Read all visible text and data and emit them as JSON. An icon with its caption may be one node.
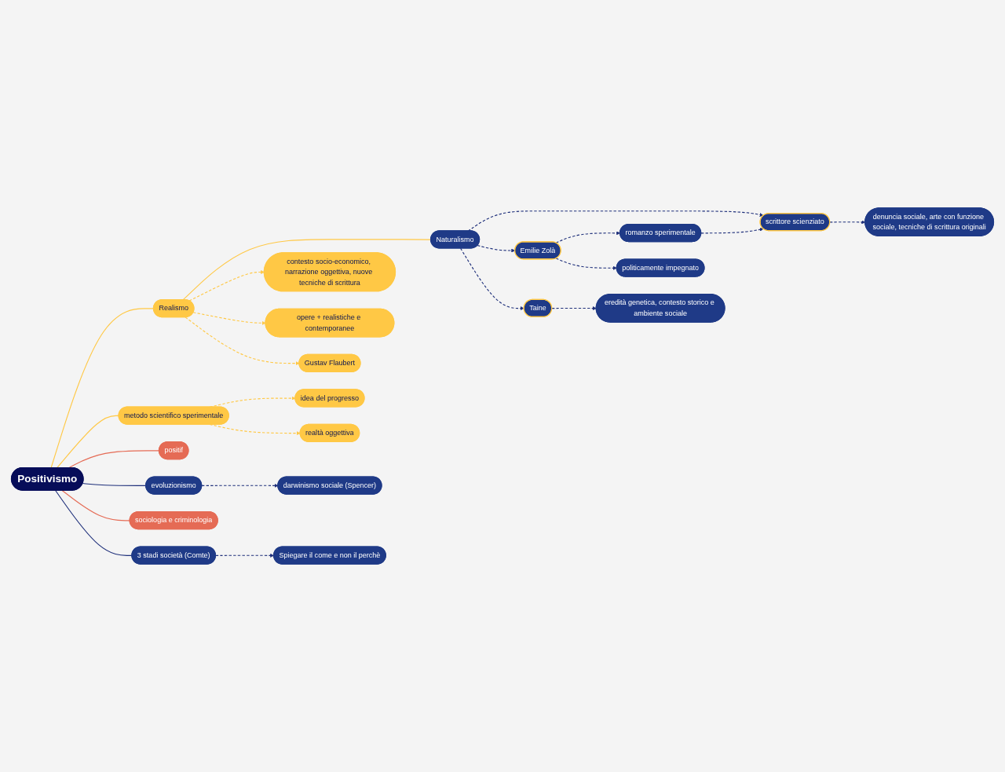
{
  "diagram": {
    "nodes": [
      {
        "text": [
          "Positivismo"
        ]
      },
      {
        "text": [
          "Realismo"
        ]
      },
      {
        "text": [
          "contesto socio-economico, narrazione oggettiva, nuove tecniche di scrittura"
        ]
      },
      {
        "text": [
          "opere + realistiche e contemporanee"
        ]
      },
      {
        "text": [
          "Gustav Flaubert"
        ]
      },
      {
        "text": [
          "Naturalismo"
        ]
      },
      {
        "text": [
          "scrittore scienziato"
        ]
      },
      {
        "text": [
          "denuncia sociale, arte con funzione sociale, tecniche di scrittura originali"
        ]
      },
      {
        "text": [
          "romanzo sperimentale"
        ]
      },
      {
        "text": [
          "Emilie Zolà"
        ]
      },
      {
        "text": [
          "politicamente impegnato"
        ]
      },
      {
        "text": [
          "Taine"
        ]
      },
      {
        "text": [
          "eredità genetica, contesto storico e ambiente sociale"
        ]
      },
      {
        "text": [
          "metodo scientifico sperimentale"
        ]
      },
      {
        "text": [
          "idea del progresso"
        ]
      },
      {
        "text": [
          "realtà oggettiva"
        ]
      },
      {
        "text": [
          "positif"
        ]
      },
      {
        "text": [
          "evoluzionismo"
        ]
      },
      {
        "text": [
          "darwinismo sociale (Spencer)"
        ]
      },
      {
        "text": [
          "sociologia e criminologia"
        ]
      },
      {
        "text": [
          "3 stadi società (Comte)"
        ]
      },
      {
        "text": [
          "Spiegare il come e non il perchè"
        ]
      }
    ],
    "edges": [
      {
        "from": 0,
        "to": 1,
        "arrow": "none",
        "color": "#ffc845"
      },
      {
        "from": 1,
        "to": 5,
        "arrow": "none",
        "color": "#ffc845"
      },
      {
        "from": 1,
        "to": 2,
        "arrow": "to",
        "style": "dashed",
        "color": "#ffc845"
      },
      {
        "from": 1,
        "to": 3,
        "arrow": "to",
        "style": "dashed",
        "color": "#ffc845"
      },
      {
        "from": 1,
        "to": 4,
        "arrow": "to",
        "style": "dashed",
        "color": "#ffc845"
      },
      {
        "from": 5,
        "to": 6,
        "arrow": "to",
        "style": "dashed"
      },
      {
        "from": 6,
        "to": 7,
        "arrow": "to",
        "style": "dashed"
      },
      {
        "from": 8,
        "to": 6,
        "arrow": "to",
        "style": "dashed"
      },
      {
        "from": 5,
        "to": 9,
        "arrow": "to",
        "style": "dashed"
      },
      {
        "from": 9,
        "to": 8,
        "arrow": "to",
        "style": "dashed"
      },
      {
        "from": 9,
        "to": 10,
        "arrow": "to",
        "style": "dashed"
      },
      {
        "from": 5,
        "to": 11,
        "arrow": "to",
        "style": "dashed"
      },
      {
        "from": 11,
        "to": 12,
        "arrow": "to",
        "style": "dashed"
      },
      {
        "from": 0,
        "to": 13,
        "arrow": "none",
        "color": "#ffc845"
      },
      {
        "from": 13,
        "to": 14,
        "arrow": "to",
        "style": "dashed",
        "color": "#ffc845"
      },
      {
        "from": 13,
        "to": 15,
        "arrow": "to",
        "style": "dashed",
        "color": "#ffc845"
      },
      {
        "from": 0,
        "to": 16,
        "arrow": "none",
        "color": "#e56b55"
      },
      {
        "from": 0,
        "to": 17,
        "arrow": "none"
      },
      {
        "from": 17,
        "to": 18,
        "arrow": "to",
        "style": "dashed"
      },
      {
        "from": 0,
        "to": 19,
        "arrow": "none",
        "color": "#e56b55"
      },
      {
        "from": 0,
        "to": 20,
        "arrow": "none"
      },
      {
        "from": 20,
        "to": 21,
        "arrow": "to",
        "style": "dashed"
      }
    ]
  }
}
